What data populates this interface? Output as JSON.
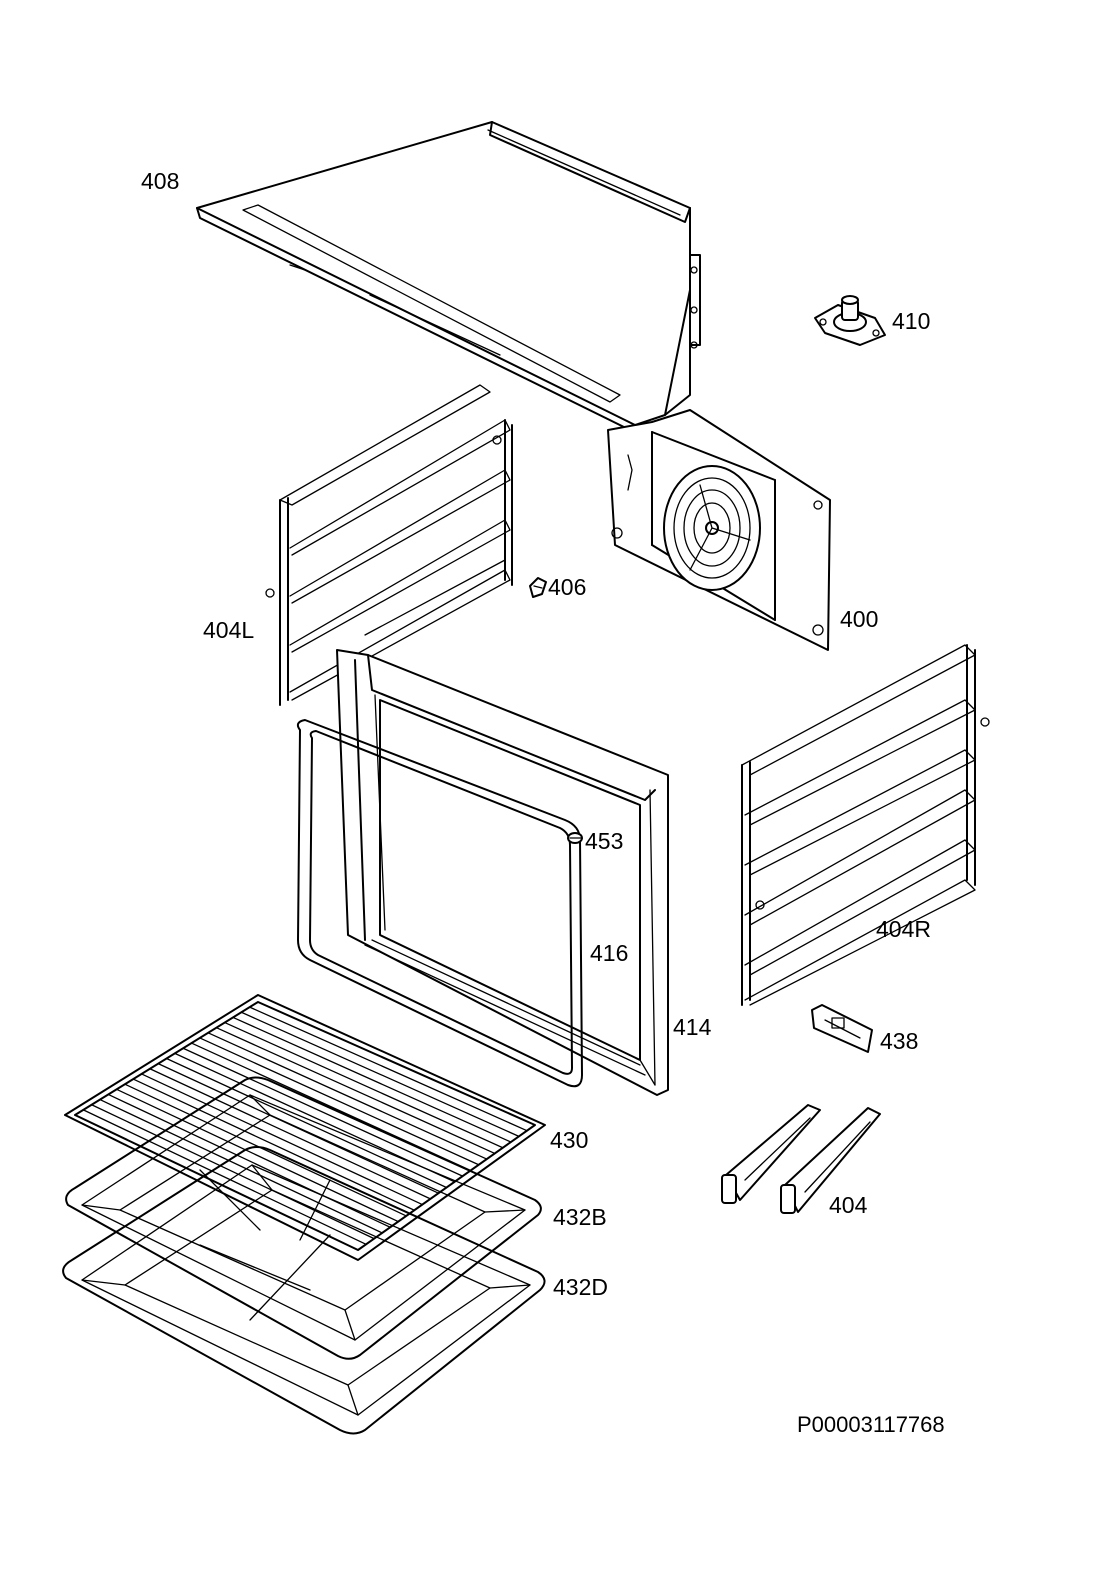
{
  "diagram": {
    "document_code": "P00003117768",
    "parts": [
      {
        "id": "408",
        "label": "408"
      },
      {
        "id": "410",
        "label": "410"
      },
      {
        "id": "406",
        "label": "406"
      },
      {
        "id": "404L",
        "label": "404L"
      },
      {
        "id": "400",
        "label": "400"
      },
      {
        "id": "453",
        "label": "453"
      },
      {
        "id": "416",
        "label": "416"
      },
      {
        "id": "404R",
        "label": "404R"
      },
      {
        "id": "414",
        "label": "414"
      },
      {
        "id": "438",
        "label": "438"
      },
      {
        "id": "430",
        "label": "430"
      },
      {
        "id": "432B",
        "label": "432B"
      },
      {
        "id": "404",
        "label": "404"
      },
      {
        "id": "432D",
        "label": "432D"
      }
    ]
  }
}
